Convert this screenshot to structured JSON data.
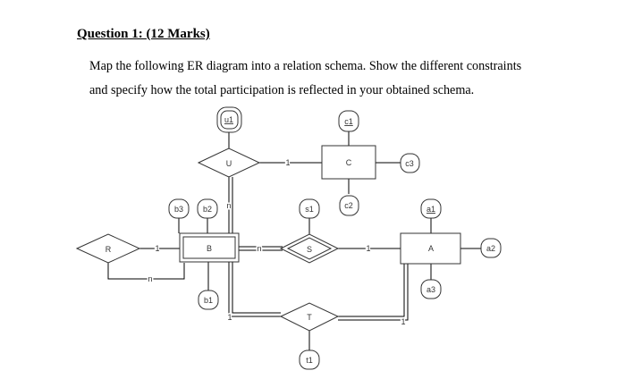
{
  "question": {
    "title": "Question 1: (12 Marks)",
    "line1": "Map the following ER diagram into a relation schema. Show the different constraints",
    "line2": "and specify how the total participation is reflected in your obtained schema."
  },
  "diagram": {
    "entities": {
      "B": "B",
      "C": "C",
      "A": "A"
    },
    "relationships": {
      "R": "R",
      "U": "U",
      "S": "S",
      "T": "T"
    },
    "attributes": {
      "u1": "u1",
      "c1": "c1",
      "c2": "c2",
      "c3": "c3",
      "b1": "b1",
      "b2": "b2",
      "b3": "b3",
      "s1": "s1",
      "a1": "a1",
      "a2": "a2",
      "a3": "a3",
      "t1": "t1"
    },
    "cardinalities": {
      "r_b": "1",
      "r_b2": "n",
      "u_c": "1",
      "u_b": "n",
      "b_s": "n",
      "s_a": "1",
      "b_t": "1",
      "t_a": "1"
    }
  }
}
